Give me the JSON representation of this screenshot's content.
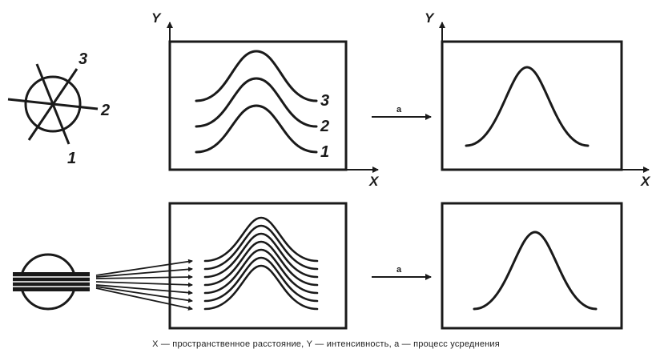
{
  "figure": {
    "top_left_box": {
      "y_axis_label": "Y",
      "x_axis_label": "X",
      "curve_labels": [
        "3",
        "2",
        "1"
      ]
    },
    "top_right_box": {
      "y_axis_label": "Y",
      "x_axis_label": "X"
    },
    "beam_labels": [
      "3",
      "2",
      "1"
    ],
    "arrow_label_top": "a",
    "arrow_label_bottom": "a"
  },
  "caption": "X — пространственное расстояние, Y — интенсивность, a — процесс усреднения",
  "colors": {
    "ink": "#1a1a1a",
    "background": "#ffffff"
  }
}
